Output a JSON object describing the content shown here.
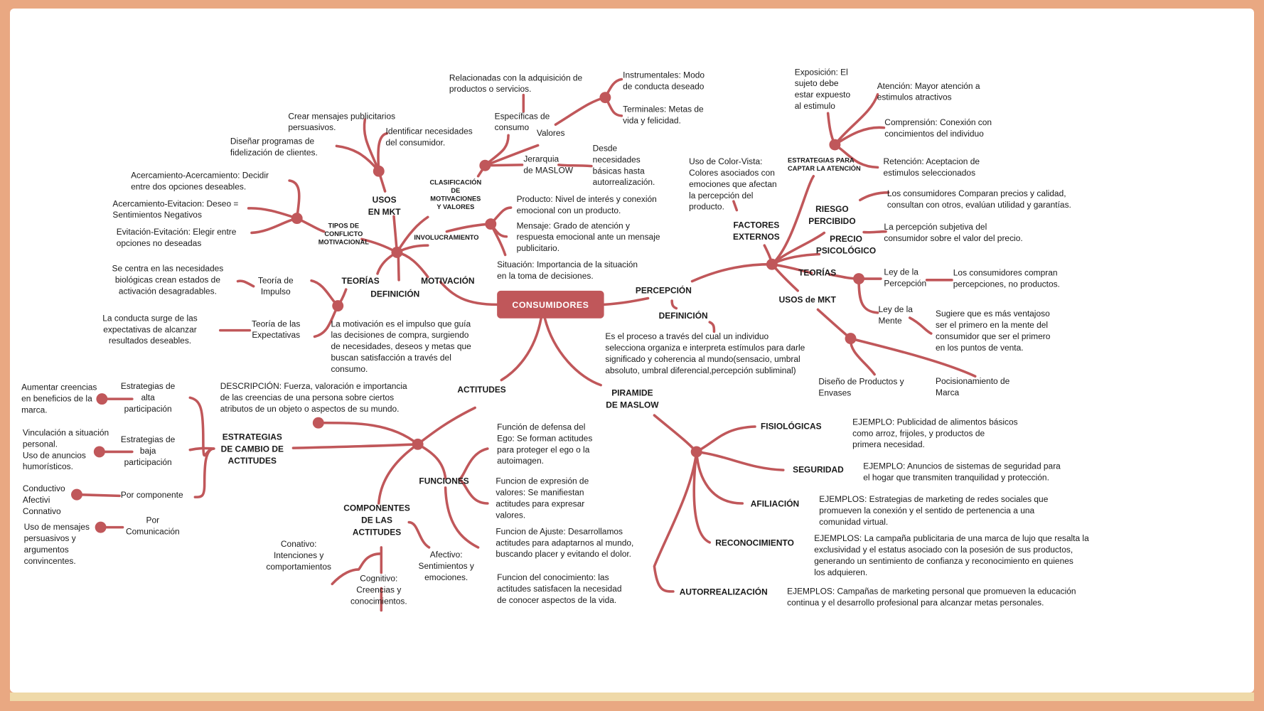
{
  "colors": {
    "accent": "#C0575A",
    "frame": "#E9A882",
    "strip": "#EFD9A8"
  },
  "center": "CONSUMIDORES",
  "motivacion": {
    "label": "MOTIVACIÓN",
    "definicion_label": "DEFINICIÓN",
    "definicion_text": "La motivación es el impulso que guía\nlas decisiones de compra, surgiendo\nde necesidades, deseos y metas que\nbuscan satisfacción a través del\nconsumo.",
    "usos_label": "USOS\nEN  MKT",
    "usos_items": [
      "Crear mensajes publicitarios\npersuasivos.",
      "Identificar necesidades\ndel consumidor.",
      "Diseñar programas de\nfidelización de clientes."
    ],
    "conflicto_label": "TIPOS DE\nCONFLICTO\nMOTIVACIONAL",
    "conflicto_items": [
      "Acercamiento-Acercamiento: Decidir\nentre dos opciones deseables.",
      "Acercamiento-Evitacion: Deseo =\nSentimientos Negativos",
      "Evitación-Evitación: Elegir entre\nopciones no deseadas"
    ],
    "teorias_label": "TEORÍAS",
    "teorias": [
      {
        "name": "Teoría de\nImpulso",
        "desc": "Se centra en las necesidades\nbiológicas crean estados de\nactivación desagradables."
      },
      {
        "name": "Teoría de las\nExpectativas",
        "desc": "La conducta surge de las\nexpectativas de alcanzar\nresultados deseables."
      }
    ],
    "clasificacion_label": "CLASIFICACIÓN\nDE\nMOTIVACIONES\nY VALORES",
    "especificas": "Específicas de\nconsumo",
    "especificas_desc": "Relacionadas con la adquisición de\nproductos o servicios.",
    "valores": "Valores",
    "valores_items": [
      "Instrumentales: Modo\nde conducta deseado",
      "Terminales: Metas de\nvida y felicidad."
    ],
    "maslow": "Jerarquia\nde MASLOW",
    "maslow_desc": "Desde\nnecesidades\nbásicas hasta\nautorrealización.",
    "involucramiento_label": "INVOLUCRAMIENTO",
    "involucramiento_items": [
      "Producto: Nivel de interés y conexión\nemocional con un producto.",
      "Mensaje: Grado de atención y\nrespuesta emocional ante un mensaje\npublicitario.",
      "Situación: Importancia de la situación\nen la toma de decisiones."
    ]
  },
  "percepcion": {
    "label": "PERCEPCIÓN",
    "definicion_label": "DEFINICIÓN",
    "definicion_text": "Es el proceso a través del cual un individuo\nselecciona organiza e interpreta estímulos para darle\nsignificado y coherencia al mundo(sensacio, umbral\nabsoluto, umbral diferencial,percepción subliminal)",
    "factores_label": "FACTORES\nEXTERNOS",
    "factores_desc": "Uso de Color-Vista:\nColores asociados con\nemociones que afectan\nla percepción del\nproducto.",
    "estrategias_label": "ESTRATEGIAS PARA\nCAPTAR LA ATENCIÓN",
    "estrategias_items": [
      "Exposición: El\nsujeto debe\nestar expuesto\nal estimulo",
      "Atención: Mayor atención a\nestimulos atractivos",
      "Comprensión: Conexión con\nconcimientos del individuo",
      "Retención: Aceptacion de\nestimulos seleccionados"
    ],
    "riesgo_label": "RIESGO\nPERCIBIDO",
    "riesgo_desc": "Los consumidores Comparan precios y calidad,\nconsultan con otros, evalúan utilidad y garantías.",
    "precio_label": "PRECIO\nPSICOLÓGICO",
    "precio_desc": "La percepción subjetiva del\nconsumidor sobre el valor del precio.",
    "teorias_label": "TEORÍAS",
    "teorias": [
      {
        "name": "Ley de la\nPercepción",
        "desc": "Los consumidores compran\npercepciones, no productos."
      },
      {
        "name": "Ley de la\nMente",
        "desc": "Sugiere que es más ventajoso\nser el primero en la mente del\nconsumidor que ser el primero\nen los puntos de venta."
      }
    ],
    "usos_label": "USOS de MKT",
    "usos_items": [
      "Diseño de Productos y\nEnvases",
      "Pocisionamiento de\nMarca"
    ]
  },
  "actitudes": {
    "label": "ACTITUDES",
    "descripcion": "DESCRIPCIÓN: Fuerza, valoración e importancia\nde las creencias de una persona sobre ciertos\natributos de un objeto o aspectos de su mundo.",
    "estrategias_label": "ESTRATEGIAS\nDE CAMBIO DE\nACTITUDES",
    "estrategias": [
      {
        "name": "Estrategias de\nalta\nparticipación",
        "desc": "Aumentar creencias\nen beneficios de la\nmarca."
      },
      {
        "name": "Estrategias de\nbaja\nparticipación",
        "desc": "Vinculación a situación\npersonal.\nUso de anuncios\nhumorísticos."
      },
      {
        "name": "Por componente",
        "desc": "Conductivo\nAfectivi\nConnativo"
      },
      {
        "name": "Por\nComunicación",
        "desc": "Uso de mensajes\npersuasivos y\nargumentos\nconvincentes."
      }
    ],
    "funciones_label": "FUNCIONES",
    "funciones": [
      "Función de defensa del\nEgo: Se forman actitudes\npara proteger el ego o la\nautoimagen.",
      "Funcion de expresión de\nvalores: Se manifiestan\nactitudes para expresar\nvalores.",
      "Funcion de Ajuste: Desarrollamos\nactitudes para adaptarnos al mundo,\nbuscando placer y evitando el dolor.",
      "Funcion del conocimiento: las\nactitudes satisfacen la necesidad\nde conocer aspectos de la vida."
    ],
    "componentes_label": "COMPONENTES\nDE LAS\nACTITUDES",
    "componentes": [
      "Conativo:\nIntenciones y\ncomportamientos",
      "Cognitivo:\nCreencias y\nconocimientos.",
      "Afectivo:\nSentimientos y\nemociones."
    ]
  },
  "maslow": {
    "label": "PIRAMIDE\nDE MASLOW",
    "levels": [
      {
        "name": "FISIOLÓGICAS",
        "example": "EJEMPLO: Publicidad de alimentos básicos\ncomo arroz, frijoles, y productos de\nprimera necesidad."
      },
      {
        "name": "SEGURIDAD",
        "example": "EJEMPLO: Anuncios de sistemas de seguridad para\nel hogar que transmiten tranquilidad y protección."
      },
      {
        "name": "AFILIACIÓN",
        "example": "EJEMPLOS: Estrategias de marketing de redes sociales que\npromueven la conexión y el sentido de pertenencia a una\ncomunidad virtual."
      },
      {
        "name": "RECONOCIMIENTO",
        "example": "EJEMPLOS: La campaña publicitaria de una marca de lujo que resalta la\nexclusividad y el estatus asociado con la posesión de sus productos,\ngenerando un sentimiento de confianza y reconocimiento en quienes\nlos adquieren."
      },
      {
        "name": "AUTORREALIZACIÓN",
        "example": "EJEMPLOS: Campañas de marketing personal que promueven la educación\ncontinua y el desarrollo profesional para alcanzar metas personales."
      }
    ]
  }
}
